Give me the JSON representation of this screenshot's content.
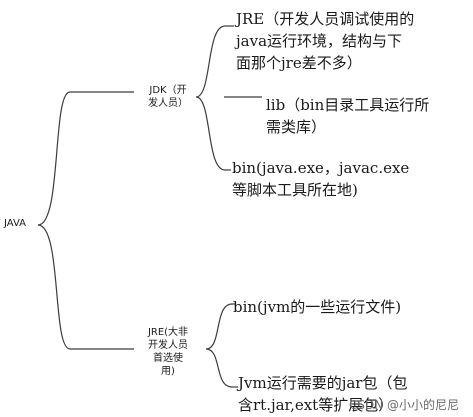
{
  "root": {
    "label": "JAVA"
  },
  "branches": [
    {
      "label_lines": [
        "JDK（开",
        "发人员）"
      ],
      "children": [
        {
          "lines": [
            "JRE（开发人员调试使用的",
            "java运行环境，结构与下",
            "面那个jre差不多）"
          ]
        },
        {
          "lines": [
            "lib（bin目录工具运行所",
            "需类库）"
          ]
        },
        {
          "lines": [
            "bin(java.exe，javac.exe",
            "等脚本工具所在地)"
          ]
        }
      ]
    },
    {
      "label_lines": [
        "JRE(大非",
        "开发人员",
        "首选使",
        "用)"
      ],
      "children": [
        {
          "lines": [
            "bin(jvm的一些运行文件)"
          ]
        },
        {
          "lines": [
            "Jvm运行需要的jar包（包",
            "含rt.jar,ext等扩展包）"
          ]
        }
      ]
    }
  ],
  "watermark": "CSDN @小小的尼尼"
}
